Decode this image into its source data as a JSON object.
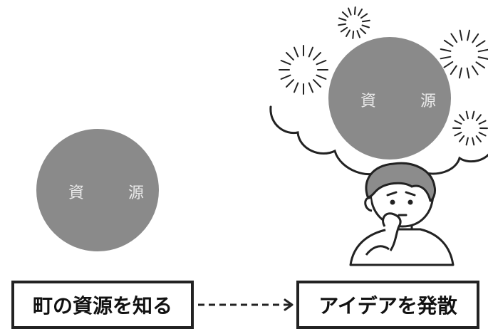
{
  "colors": {
    "resource_circle": "#8a8a8a",
    "circle_text": "#e9e9e9",
    "outline": "#222222",
    "skin": "#ffffff",
    "hair": "#8c8c8c"
  },
  "left_node": {
    "circle_label": "資　源",
    "box_label": "町の資源を知る"
  },
  "right_node": {
    "circle_label": "資　源",
    "box_label": "アイデアを発散"
  },
  "connector": {
    "style": "dashed-arrow"
  },
  "illustration": {
    "figure": "thinking-person-icon",
    "bubble": "thought-cloud-icon",
    "sparkles": "sparkle-burst-icon"
  }
}
